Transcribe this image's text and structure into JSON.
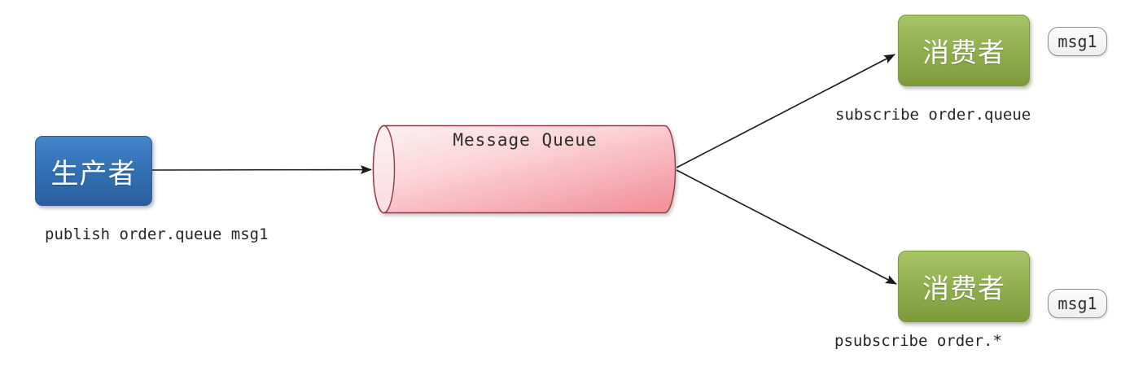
{
  "diagram": {
    "producer": {
      "label": "生产者",
      "command": "publish order.queue msg1"
    },
    "queue": {
      "label": "Message Queue"
    },
    "consumers": [
      {
        "label": "消费者",
        "command": "subscribe order.queue",
        "badge": "msg1"
      },
      {
        "label": "消费者",
        "command": "psubscribe order.*",
        "badge": "msg1"
      }
    ],
    "colors": {
      "producer_fill": "#3372b5",
      "consumer_fill": "#8fae4d",
      "queue_fill_light": "#fdf0f2",
      "queue_fill_dark": "#f3959d",
      "queue_stroke": "#8e3b48",
      "badge_fill": "#f5f5f5",
      "badge_border": "#8f8f8f",
      "arrow": "#1a1a1a",
      "background": "#ffffff"
    }
  }
}
